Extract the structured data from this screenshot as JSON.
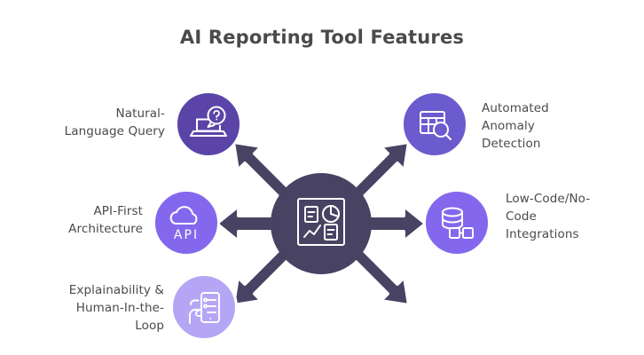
{
  "page": {
    "title": "AI Reporting Tool Features",
    "background_color": "#ffffff",
    "text_color": "#4a4a4a"
  },
  "hub": {
    "name": "central-hub",
    "color": "#484263",
    "icon": "dashboard-analytics-icon",
    "icon_parts": [
      "document-box",
      "pie-chart",
      "line-chart",
      "document-box"
    ]
  },
  "arrows": {
    "count": 6,
    "color": "#484263",
    "outline_color": "#ffffff",
    "directions": [
      "up-left",
      "up-right",
      "left",
      "right",
      "down-left",
      "down-right"
    ]
  },
  "features": [
    {
      "id": "natural-language-query",
      "label": "Natural-Language Query",
      "label_lines": [
        "Natural-",
        "Language Query"
      ],
      "icon": "laptop-question-bubble-icon",
      "color": "#5B44A8",
      "side": "left"
    },
    {
      "id": "api-first-architecture",
      "label": "API-First Architecture",
      "label_lines": [
        "API-First",
        "Architecture"
      ],
      "icon": "cloud-api-icon",
      "icon_text": "API",
      "color": "#8368EE",
      "side": "left"
    },
    {
      "id": "explainability-human-in-the-loop",
      "label": "Explainability & Human-In-the-Loop",
      "label_lines": [
        "Explainability &",
        "Human-In-the-",
        "Loop"
      ],
      "icon": "hand-phone-workflow-icon",
      "color": "#B5A6F5",
      "side": "left"
    },
    {
      "id": "automated-anomaly-detection",
      "label": "Automated Anomaly Detection",
      "label_lines": [
        "Automated",
        "Anomaly",
        "Detection"
      ],
      "icon": "table-magnifier-icon",
      "color": "#6B5BCE",
      "side": "right"
    },
    {
      "id": "low-code-no-code-integrations",
      "label": "Low-Code/No-Code Integrations",
      "label_lines": [
        "Low-Code/No-",
        "Code",
        "Integrations"
      ],
      "icon": "database-nodes-icon",
      "color": "#8368EE",
      "side": "right"
    }
  ]
}
